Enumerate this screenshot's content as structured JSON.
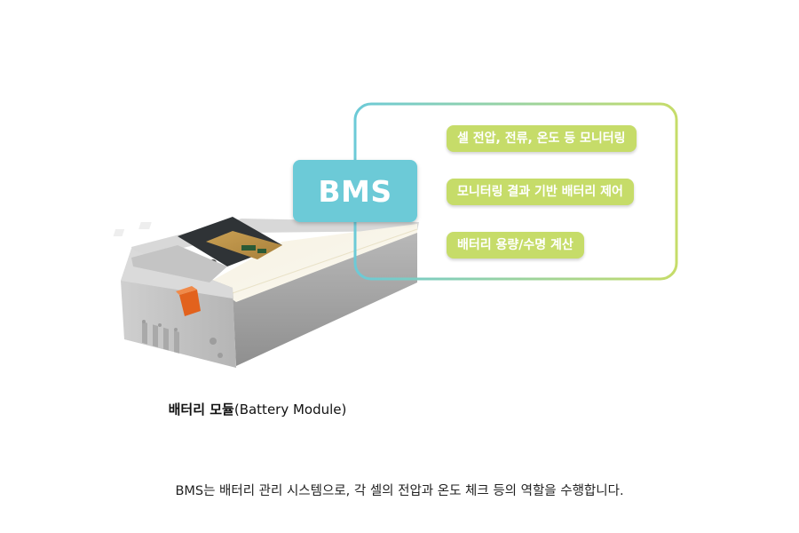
{
  "colors": {
    "bms_accent": "#6ccad7",
    "function_accent": "#c6dc69",
    "frame_gradient_start": "#6ccad7",
    "frame_gradient_end": "#c6dc69",
    "module_body": "#c9c9c9",
    "module_connector": "#e2621d"
  },
  "bms": {
    "label": "BMS"
  },
  "functions": [
    {
      "label": "셀 전압, 전류, 온도 등 모니터링"
    },
    {
      "label": "모니터링 결과 기반 배터리 제어"
    },
    {
      "label": "배터리 용량/수명 계산"
    }
  ],
  "module": {
    "caption_strong": "배터리 모듈",
    "caption_rest": "(Battery Module)"
  },
  "caption": {
    "text": "BMS는 배터리 관리 시스템으로, 각 셀의 전압과 온도 체크 등의 역할을 수행합니다."
  }
}
